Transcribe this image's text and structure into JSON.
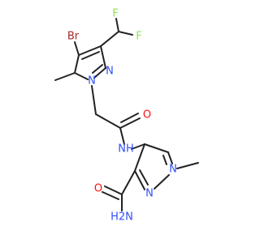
{
  "colors": {
    "bond": "#222222",
    "N": "#3050F8",
    "O": "#FF0D0D",
    "F": "#90E050",
    "Br": "#A62929"
  },
  "atoms": {
    "br": {
      "text": "Br",
      "element": "Br"
    },
    "f1": {
      "text": "F",
      "element": "F"
    },
    "f2": {
      "text": "F",
      "element": "F"
    },
    "n_pyr1": {
      "text": "N",
      "element": "N"
    },
    "n_pyr2": {
      "text": "N",
      "element": "N"
    },
    "o_amide1": {
      "text": "O",
      "element": "O"
    },
    "nh": {
      "text": "NH",
      "element": "N"
    },
    "n_pyr3": {
      "text": "N",
      "element": "N"
    },
    "n_pyr4": {
      "text": "N",
      "element": "N"
    },
    "o_amide2": {
      "text": "O",
      "element": "O"
    },
    "h2n": {
      "text": "H2N",
      "element": "N"
    }
  }
}
